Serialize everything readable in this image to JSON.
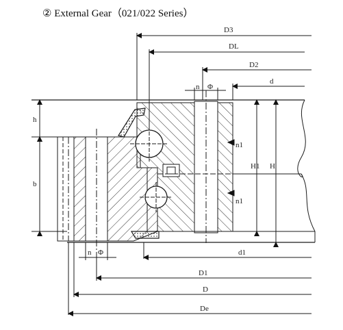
{
  "title": "② External Gear（021/022 Series）",
  "labels": {
    "D3": "D3",
    "DL": "DL",
    "D2": "D2",
    "d": "d",
    "n_top": "n",
    "phi_top": "Φ",
    "h": "h",
    "b": "b",
    "n1_upper": "n1",
    "n1_lower": "n1",
    "H1": "H1",
    "H": "H",
    "n_bottom": "n",
    "phi_bottom": "Φ",
    "d1": "d1",
    "D1": "D1",
    "D": "D",
    "De": "De"
  },
  "colors": {
    "line": "#1a1a1a",
    "hatch": "#333333",
    "text": "#222222"
  }
}
